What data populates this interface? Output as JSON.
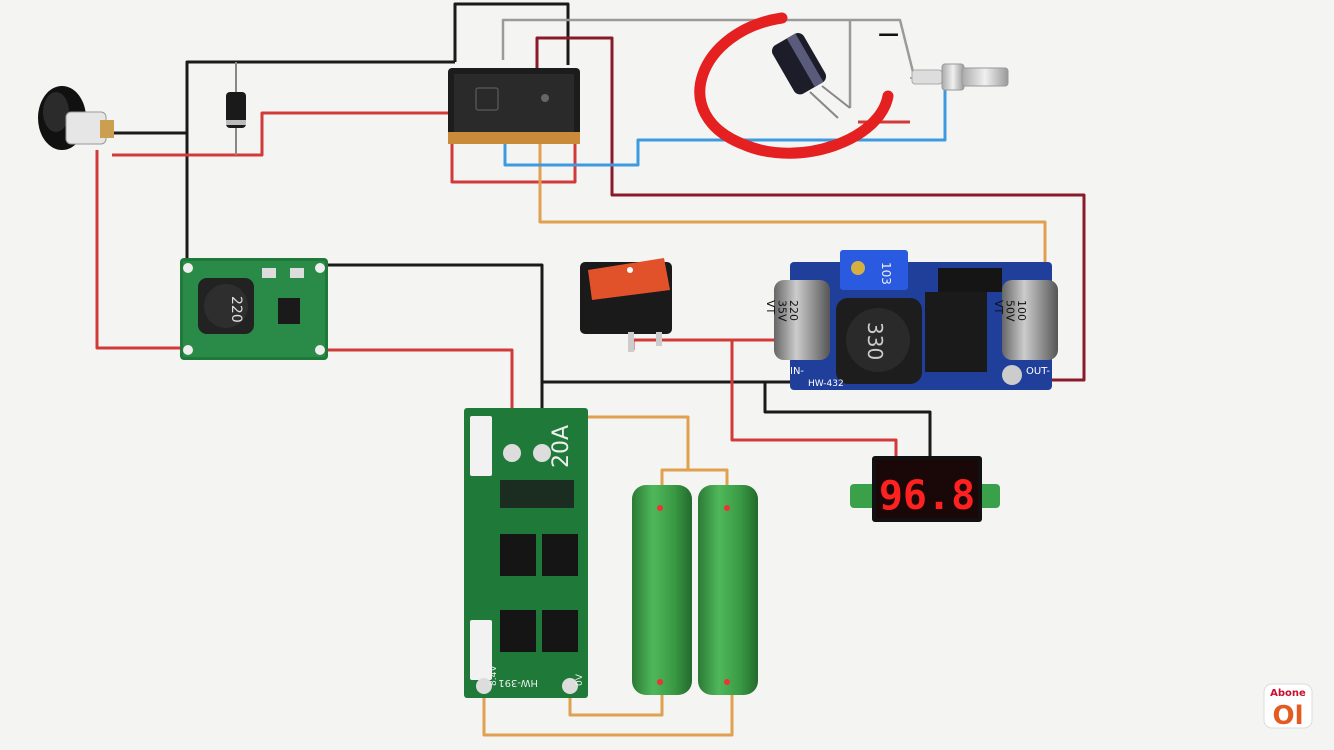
{
  "colors": {
    "background": "#f4f4f2",
    "wire_black": "#1a1a1a",
    "wire_red": "#d23a3a",
    "wire_maroon": "#8a1a2a",
    "wire_orange": "#e0a050",
    "wire_blue": "#3c9ae0",
    "wire_gray": "#9a9a9a",
    "pcb_green": "#1f7a3a",
    "pcb_blue": "#1f3f9a",
    "cell_green": "#3aa04a",
    "display_red": "#ff2020",
    "arc_red": "#e52020"
  },
  "labels": {
    "inductor_small": "220",
    "inductor_large": "330",
    "pot_label": "103",
    "cap_left": "220\n35V\nVT",
    "cap_right": "100\n50V\nVT",
    "buck_in": "IN-",
    "buck_out": "OUT-",
    "buck_model": "HW-432",
    "bms_rating": "20A",
    "bms_model": "HW-391",
    "bms_left_pad": "8.4V",
    "bms_right_pad": "0V",
    "voltmeter_reading": "96.8",
    "polarity_minus": "−",
    "watermark_top": "Abone",
    "watermark_bottom": "Ol"
  },
  "components": [
    {
      "id": "barrel-jack",
      "icon": "dc-barrel-jack-icon"
    },
    {
      "id": "diode",
      "icon": "diode-icon"
    },
    {
      "id": "relay",
      "icon": "relay-icon"
    },
    {
      "id": "capacitor",
      "icon": "electrolytic-capacitor-icon"
    },
    {
      "id": "bnc-connector",
      "icon": "bnc-connector-icon"
    },
    {
      "id": "boost-converter",
      "icon": "boost-converter-module-icon"
    },
    {
      "id": "rocker-switch",
      "icon": "rocker-switch-icon"
    },
    {
      "id": "buck-converter",
      "icon": "lm2596-buck-module-icon"
    },
    {
      "id": "bms-board",
      "icon": "bms-protection-board-icon"
    },
    {
      "id": "battery-cells",
      "icon": "18650-cell-icon"
    },
    {
      "id": "voltmeter",
      "icon": "led-voltmeter-icon"
    },
    {
      "id": "red-arc",
      "icon": "red-arc-annotation-icon"
    }
  ]
}
